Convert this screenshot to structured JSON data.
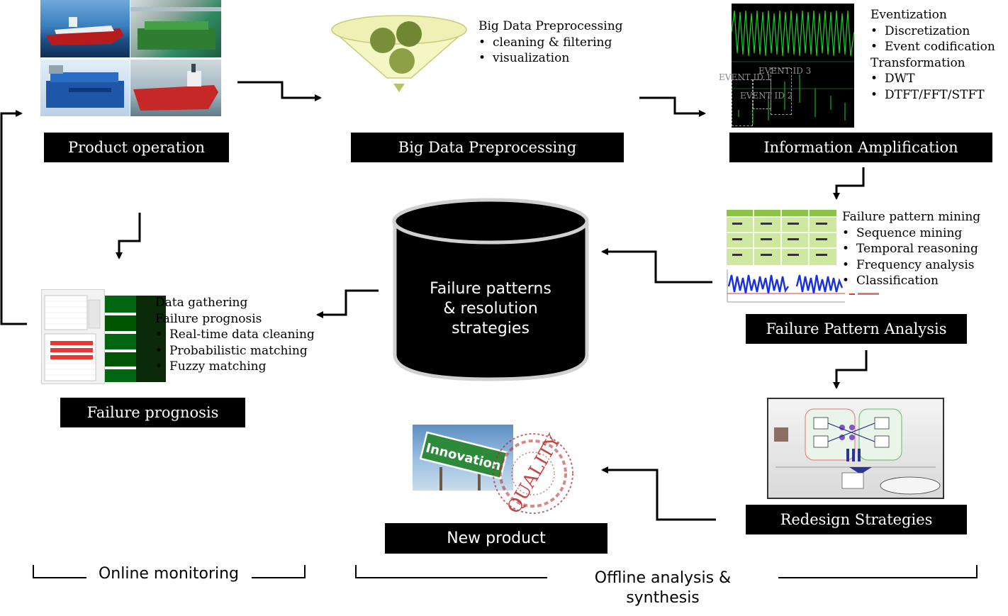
{
  "stages": {
    "product_operation": "Product operation",
    "big_data_preprocessing": "Big Data Preprocessing",
    "information_amplification": "Information Amplification",
    "failure_pattern_analysis": "Failure Pattern Analysis",
    "redesign_strategies": "Redesign Strategies",
    "new_product": "New product",
    "failure_prognosis": "Failure prognosis"
  },
  "preprocessing_notes": {
    "title": "Big Data Preprocessing",
    "items": [
      "cleaning & filtering",
      "visualization"
    ]
  },
  "amplification_notes": {
    "heading1": "Eventization",
    "items1": [
      "Discretization",
      "Event codification"
    ],
    "heading2": "Transformation",
    "items2": [
      "DWT",
      "DTFT/FFT/STFT"
    ]
  },
  "event_labels": [
    "EVENT ID 1",
    "EVENT ID 2",
    "EVENT ID 3"
  ],
  "pattern_notes": {
    "title": "Failure pattern mining",
    "items": [
      "Sequence mining",
      "Temporal reasoning",
      "Frequency analysis",
      "Classification"
    ]
  },
  "prognosis_notes": {
    "line1": "Data gathering",
    "line2": "Failure prognosis",
    "items": [
      "Real-time data cleaning",
      "Probabilistic matching",
      "Fuzzy matching"
    ]
  },
  "database": {
    "line1": "Failure patterns",
    "line2": "& resolution",
    "line3": "strategies"
  },
  "new_product_images": {
    "innovation_sign": "Innovation",
    "quality_stamp": "QUALITY"
  },
  "phases": {
    "online": "Online monitoring",
    "offline_line1": "Offline analysis &",
    "offline_line2": "synthesis"
  },
  "colors": {
    "label_bg": "#000000",
    "scope_green": "#1fcf2a",
    "signal_blue": "#1530e0",
    "table_green": "#cfe8a0",
    "stamp_red": "#b82626",
    "sign_green": "#2d8a3a"
  }
}
